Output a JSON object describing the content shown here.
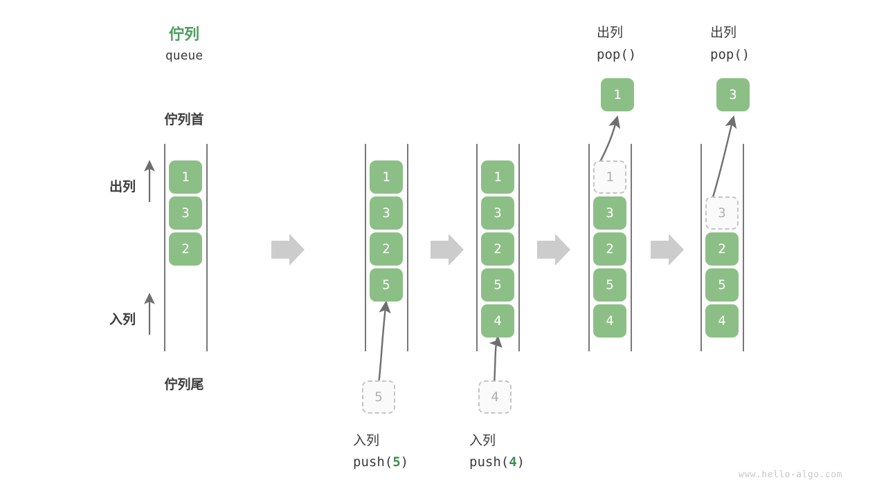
{
  "header": {
    "title_cn": "佇列",
    "title_en": "queue",
    "head_label": "佇列首",
    "tail_label": "佇列尾"
  },
  "side_labels": {
    "dequeue": "出列",
    "enqueue": "入列"
  },
  "watermark": "www.hello-algo.com",
  "colors": {
    "green_fill": "#8cbf86",
    "green_text": "#4a9e5c",
    "code_green": "#3e8c4e",
    "ghost_border": "#c4c4c4",
    "ghost_fill": "#fafafa",
    "ghost_text": "#b0b0b0",
    "rail": "#4a4a4a",
    "arrow_gray": "#6e6e6e",
    "block_arrow": "#cccccc",
    "text": "#3b3b3b",
    "watermark": "#c9c9c9"
  },
  "steps": [
    {
      "id": "initial",
      "caption_cn": "",
      "caption_code_prefix": "",
      "caption_code_value": "",
      "caption_code_suffix": "",
      "cells": [
        {
          "value": "1",
          "state": "filled",
          "slot": 0
        },
        {
          "value": "3",
          "state": "filled",
          "slot": 1
        },
        {
          "value": "2",
          "state": "filled",
          "slot": 2
        }
      ],
      "incoming": null,
      "outgoing": null
    },
    {
      "id": "push-5",
      "caption_cn": "入列",
      "caption_code_prefix": "push(",
      "caption_code_value": "5",
      "caption_code_suffix": ")",
      "cells": [
        {
          "value": "1",
          "state": "filled",
          "slot": 0
        },
        {
          "value": "3",
          "state": "filled",
          "slot": 1
        },
        {
          "value": "2",
          "state": "filled",
          "slot": 2
        },
        {
          "value": "5",
          "state": "filled",
          "slot": 3
        }
      ],
      "incoming": {
        "value": "5",
        "state": "ghost"
      },
      "outgoing": null
    },
    {
      "id": "push-4",
      "caption_cn": "入列",
      "caption_code_prefix": "push(",
      "caption_code_value": "4",
      "caption_code_suffix": ")",
      "cells": [
        {
          "value": "1",
          "state": "filled",
          "slot": 0
        },
        {
          "value": "3",
          "state": "filled",
          "slot": 1
        },
        {
          "value": "2",
          "state": "filled",
          "slot": 2
        },
        {
          "value": "5",
          "state": "filled",
          "slot": 3
        },
        {
          "value": "4",
          "state": "filled",
          "slot": 4
        }
      ],
      "incoming": {
        "value": "4",
        "state": "ghost"
      },
      "outgoing": null
    },
    {
      "id": "pop-1",
      "caption_cn": "出列",
      "caption_code_prefix": "pop()",
      "caption_code_value": "",
      "caption_code_suffix": "",
      "cells": [
        {
          "value": "1",
          "state": "ghost",
          "slot": 0
        },
        {
          "value": "3",
          "state": "filled",
          "slot": 1
        },
        {
          "value": "2",
          "state": "filled",
          "slot": 2
        },
        {
          "value": "5",
          "state": "filled",
          "slot": 3
        },
        {
          "value": "4",
          "state": "filled",
          "slot": 4
        }
      ],
      "incoming": null,
      "outgoing": {
        "value": "1",
        "state": "filled"
      }
    },
    {
      "id": "pop-3",
      "caption_cn": "出列",
      "caption_code_prefix": "pop()",
      "caption_code_value": "",
      "caption_code_suffix": "",
      "cells": [
        {
          "value": "3",
          "state": "ghost",
          "slot": 1
        },
        {
          "value": "2",
          "state": "filled",
          "slot": 2
        },
        {
          "value": "5",
          "state": "filled",
          "slot": 3
        },
        {
          "value": "4",
          "state": "filled",
          "slot": 4
        }
      ],
      "incoming": null,
      "outgoing": {
        "value": "3",
        "state": "filled"
      }
    }
  ]
}
